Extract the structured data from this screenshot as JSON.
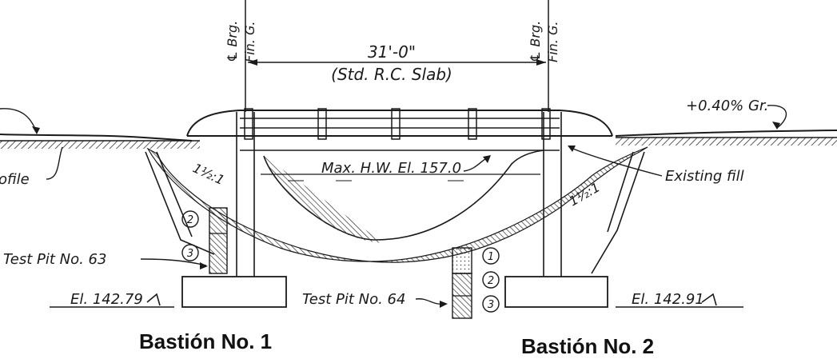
{
  "span": {
    "dimension": "31'-0\"",
    "description": "(Std. R.C. Slab)"
  },
  "bearings": [
    {
      "brg": "℄ Brg.",
      "fin": "Fin. G."
    },
    {
      "brg": "℄ Brg.",
      "fin": "Fin. G."
    }
  ],
  "grade": "+0.40% Gr.",
  "profile_text": "ofile",
  "max_high_water": "Max. H.W. El. 157.0",
  "existing_fill": "Existing fill",
  "slopes": [
    "1½:1",
    "1½:1"
  ],
  "test_pits": {
    "left": {
      "label": "Test Pit No. 63",
      "layers": [
        "2",
        "3"
      ],
      "elevation": "El. 142.79"
    },
    "right": {
      "label": "Test Pit No. 64",
      "layers": [
        "1",
        "2",
        "3"
      ],
      "elevation": "El. 142.91"
    }
  },
  "abutments": [
    "Bastión No. 1",
    "Bastión No. 2"
  ]
}
